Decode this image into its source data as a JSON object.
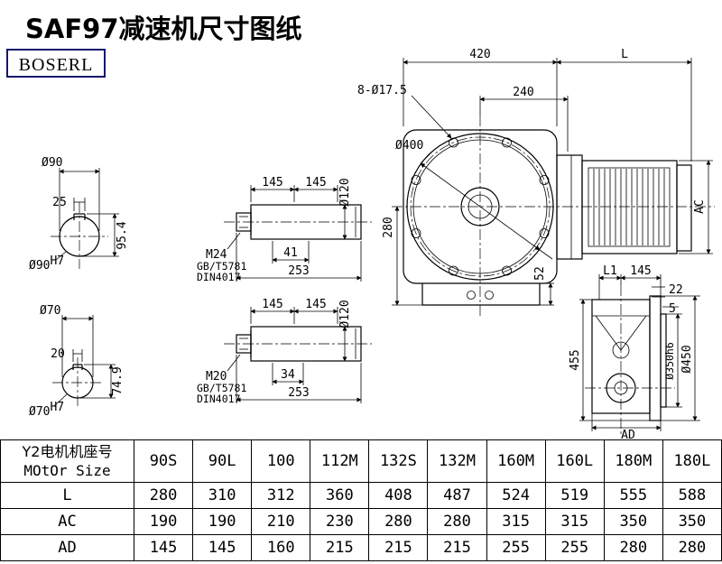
{
  "title": "SAF97减速机尺寸图纸",
  "logo": "BOSERL",
  "drawing": {
    "bore_top": {
      "dim_dia": "Ø90",
      "key_width": "25",
      "key_height": "95.4",
      "fit": "Ø90",
      "fit_sup": "H7"
    },
    "bore_bottom": {
      "dim_dia": "Ø70",
      "key_width": "20",
      "key_height": "74.9",
      "fit": "Ø70",
      "fit_sup": "H7"
    },
    "rod_top": {
      "seg1": "145",
      "seg2": "145",
      "dia": "Ø120",
      "thread": "M24",
      "std1": "GB/T5781",
      "std2": "DIN4017",
      "sub_len": "41",
      "total_len": "253"
    },
    "rod_bottom": {
      "seg1": "145",
      "seg2": "145",
      "dia": "Ø120",
      "thread": "M20",
      "std1": "GB/T5781",
      "std2": "DIN4017",
      "sub_len": "34",
      "total_len": "253"
    },
    "front": {
      "flange_width": "420",
      "motor_length": "L",
      "bolt_holes": "8-Ø17.5",
      "half_width": "240",
      "flange_dia": "Ø400",
      "center_height": "280",
      "foot_height": "52",
      "motor_height": "AC"
    },
    "side": {
      "len1": "L1",
      "len2": "145",
      "dim22": "22",
      "dim5": "5",
      "total_height": "455",
      "spigot_dia": "Ø350h6",
      "flange_dia": "Ø450",
      "width_ad": "AD"
    }
  },
  "table": {
    "header": {
      "line1": "Y2电机机座号",
      "line2": "MOtOr Size"
    },
    "columns": [
      "90S",
      "90L",
      "100",
      "112M",
      "132S",
      "132M",
      "160M",
      "160L",
      "180M",
      "180L"
    ],
    "rows": [
      {
        "label": "L",
        "values": [
          "280",
          "310",
          "312",
          "360",
          "408",
          "487",
          "524",
          "519",
          "555",
          "588"
        ]
      },
      {
        "label": "AC",
        "values": [
          "190",
          "190",
          "210",
          "230",
          "280",
          "280",
          "315",
          "315",
          "350",
          "350"
        ]
      },
      {
        "label": "AD",
        "values": [
          "145",
          "145",
          "160",
          "215",
          "215",
          "215",
          "255",
          "255",
          "280",
          "280"
        ]
      }
    ]
  }
}
